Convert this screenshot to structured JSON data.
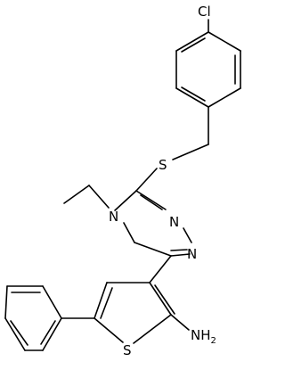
{
  "molecule": {
    "atoms": {
      "cl": "Cl",
      "s_thioether": "S",
      "n4": "N",
      "n1": "N",
      "n2": "N",
      "s_thiophene": "S",
      "amine": {
        "main": "NH",
        "sub": "2"
      }
    }
  }
}
